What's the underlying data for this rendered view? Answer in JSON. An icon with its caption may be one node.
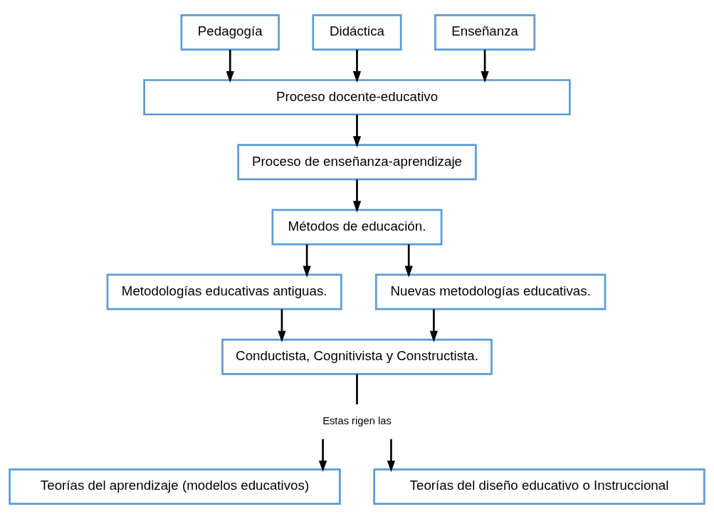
{
  "diagram": {
    "nodes": [
      {
        "text": [
          "Pedagogía"
        ]
      },
      {
        "text": [
          "Didáctica"
        ]
      },
      {
        "text": [
          "Enseñanza"
        ]
      },
      {
        "text": [
          "Proceso docente-educativo"
        ]
      },
      {
        "text": [
          "Proceso de enseñanza-aprendizaje"
        ]
      },
      {
        "text": [
          "Métodos de educación."
        ]
      },
      {
        "text": [
          "Metodologías educativas antiguas."
        ]
      },
      {
        "text": [
          "Nuevas metodologías educativas."
        ]
      },
      {
        "text": [
          "Conductista, Cognitivista y Constructista."
        ]
      },
      {
        "text": [
          "Estas rigen las"
        ]
      },
      {
        "text": [
          "Teorías del aprendizaje (modelos educativos)"
        ]
      },
      {
        "text": [
          "Teorías del diseño educativo o Instruccional"
        ]
      }
    ],
    "edges": [
      {
        "from": 0,
        "to": 3,
        "arrow": "to"
      },
      {
        "from": 1,
        "to": 3,
        "arrow": "to"
      },
      {
        "from": 2,
        "to": 3,
        "arrow": "to"
      },
      {
        "from": 3,
        "to": 4,
        "arrow": "to"
      },
      {
        "from": 4,
        "to": 5,
        "arrow": "to"
      },
      {
        "from": 5,
        "to": 6,
        "arrow": "to"
      },
      {
        "from": 5,
        "to": 7,
        "arrow": "to"
      },
      {
        "from": 6,
        "to": 8,
        "arrow": "to"
      },
      {
        "from": 7,
        "to": 8,
        "arrow": "to"
      },
      {
        "from": 8,
        "to": 9,
        "arrow": "none"
      },
      {
        "from": 9,
        "to": 10,
        "arrow": "to"
      },
      {
        "from": 9,
        "to": 11,
        "arrow": "to"
      }
    ]
  }
}
